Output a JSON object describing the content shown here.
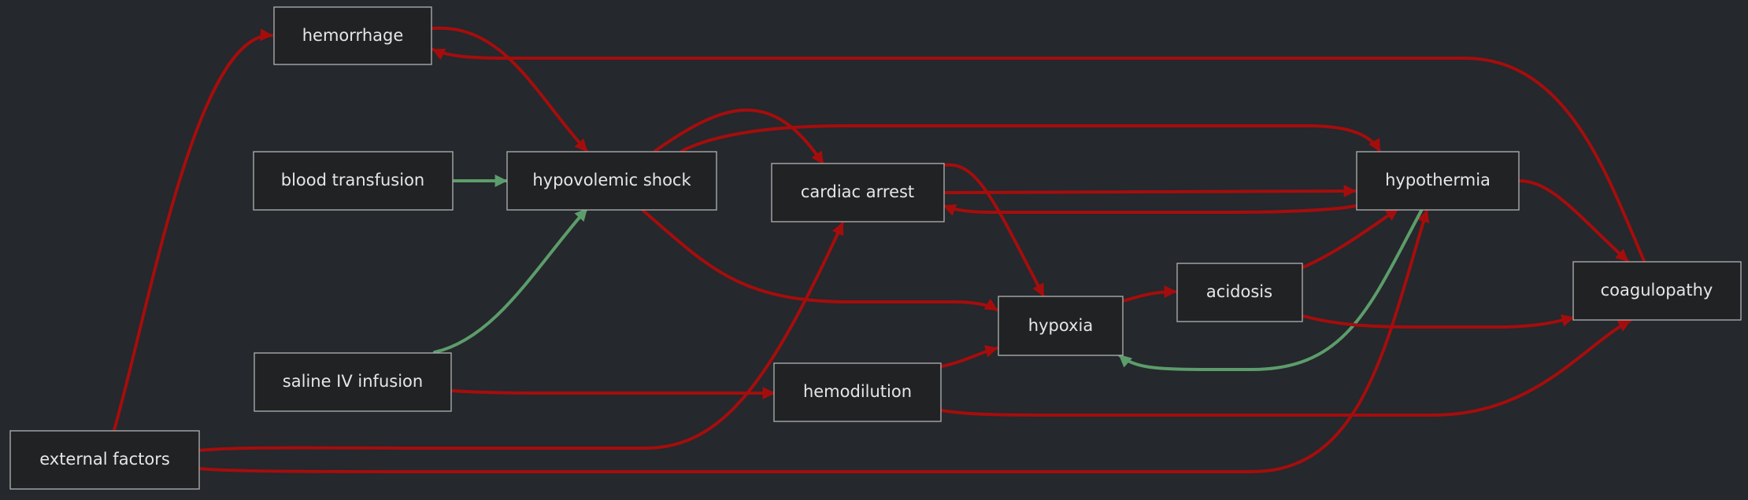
{
  "colors": {
    "background": "#25282c",
    "node_fill": "#202224",
    "node_border": "#a7a9ab",
    "node_text": "#e4e6e8",
    "negative_edge": "#a50d0d",
    "positive_edge": "#5c9d6b"
  },
  "nodes": [
    {
      "id": "hemorrhage",
      "label": "hemorrhage"
    },
    {
      "id": "blood_transfusion",
      "label": "blood transfusion"
    },
    {
      "id": "hypovolemic_shock",
      "label": "hypovolemic shock"
    },
    {
      "id": "cardiac_arrest",
      "label": "cardiac arrest"
    },
    {
      "id": "hypothermia",
      "label": "hypothermia"
    },
    {
      "id": "acidosis",
      "label": "acidosis"
    },
    {
      "id": "coagulopathy",
      "label": "coagulopathy"
    },
    {
      "id": "hypoxia",
      "label": "hypoxia"
    },
    {
      "id": "saline_iv_infusion",
      "label": "saline IV infusion"
    },
    {
      "id": "hemodilution",
      "label": "hemodilution"
    },
    {
      "id": "external_factors",
      "label": "external factors"
    }
  ],
  "edges": [
    {
      "id": "e1",
      "from": "external_factors",
      "to": "hemorrhage",
      "type": "negative"
    },
    {
      "id": "e2",
      "from": "hemorrhage",
      "to": "hypovolemic_shock",
      "type": "negative"
    },
    {
      "id": "e3",
      "from": "coagulopathy",
      "to": "hemorrhage",
      "type": "negative"
    },
    {
      "id": "e4",
      "from": "blood_transfusion",
      "to": "hypovolemic_shock",
      "type": "positive"
    },
    {
      "id": "e5",
      "from": "saline_iv_infusion",
      "to": "hypovolemic_shock",
      "type": "positive"
    },
    {
      "id": "e6",
      "from": "hypovolemic_shock",
      "to": "cardiac_arrest",
      "type": "negative"
    },
    {
      "id": "e7",
      "from": "hypovolemic_shock",
      "to": "hypothermia",
      "type": "negative"
    },
    {
      "id": "e8",
      "from": "hypovolemic_shock",
      "to": "hypoxia",
      "type": "negative"
    },
    {
      "id": "e9",
      "from": "cardiac_arrest",
      "to": "hypothermia",
      "type": "negative"
    },
    {
      "id": "e10",
      "from": "hypothermia",
      "to": "cardiac_arrest",
      "type": "negative"
    },
    {
      "id": "e11",
      "from": "cardiac_arrest",
      "to": "hypoxia",
      "type": "negative"
    },
    {
      "id": "e12",
      "from": "external_factors",
      "to": "cardiac_arrest",
      "type": "negative"
    },
    {
      "id": "e13",
      "from": "external_factors",
      "to": "hypothermia",
      "type": "negative"
    },
    {
      "id": "e14",
      "from": "hypothermia",
      "to": "coagulopathy",
      "type": "negative"
    },
    {
      "id": "e15",
      "from": "hypothermia",
      "to": "hypoxia",
      "type": "positive"
    },
    {
      "id": "e16",
      "from": "acidosis",
      "to": "hypothermia",
      "type": "negative"
    },
    {
      "id": "e17",
      "from": "acidosis",
      "to": "coagulopathy",
      "type": "negative"
    },
    {
      "id": "e18",
      "from": "hypoxia",
      "to": "acidosis",
      "type": "negative"
    },
    {
      "id": "e19",
      "from": "saline_iv_infusion",
      "to": "hemodilution",
      "type": "negative"
    },
    {
      "id": "e20",
      "from": "hemodilution",
      "to": "hypoxia",
      "type": "negative"
    },
    {
      "id": "e21",
      "from": "hemodilution",
      "to": "coagulopathy",
      "type": "negative"
    }
  ]
}
